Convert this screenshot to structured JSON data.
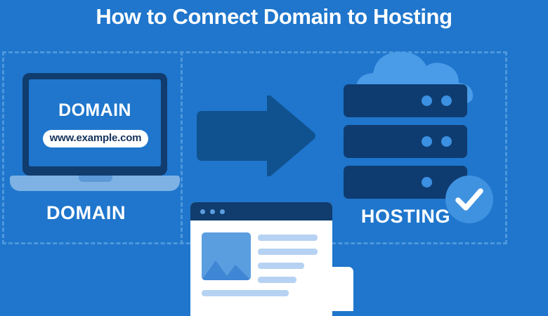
{
  "title": "How to Connect Domain to Hosting",
  "colors": {
    "background": "#1f76cc",
    "dark_navy": "#103c6e",
    "arrow_blue": "#10528f",
    "light_blue": "#4a9be8",
    "check_circle": "#3f92e0",
    "pill_white": "#ffffff",
    "dashed_border": "#4d97dd",
    "text_white": "#ffffff",
    "url_text": "#16335c",
    "browser_line": "#b6d2f2",
    "laptop_base": "#7fb2e4"
  },
  "left_panel": {
    "screen_heading": "DOMAIN",
    "url_value": "www.example.com",
    "caption": "DOMAIN",
    "icon": "laptop-icon"
  },
  "arrow": {
    "icon": "arrow-right-icon",
    "direction": "right"
  },
  "right_panel": {
    "caption": "HOSTING",
    "icons": [
      "cloud-icon",
      "server-rack-icon",
      "check-circle-icon"
    ],
    "server_racks": [
      {
        "dots": 2
      },
      {
        "dots": 2
      },
      {
        "dots": 1
      }
    ]
  },
  "browser_mockup": {
    "icon": "browser-window-icon",
    "titlebar_dots": 3,
    "thumbnail": "image-placeholder-icon",
    "text_lines": 5,
    "check_icon": "check-circle-icon"
  }
}
